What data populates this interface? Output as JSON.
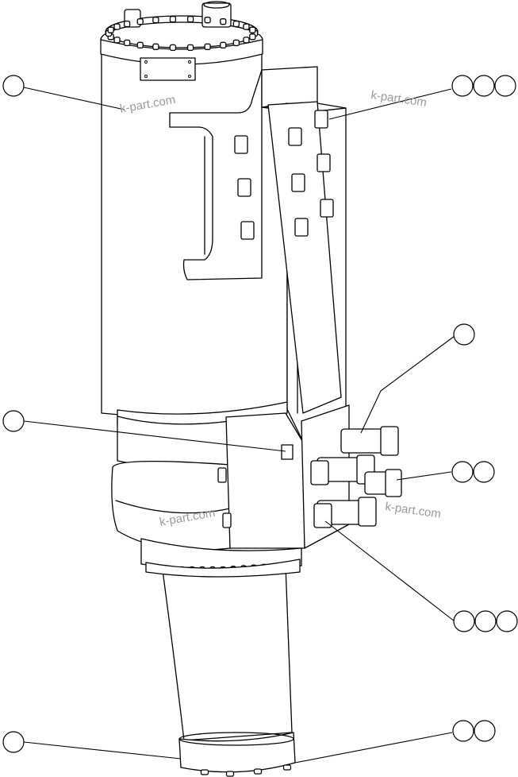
{
  "watermark": "k-part.com",
  "callouts": [
    {
      "id": "A",
      "bubbles": 1
    },
    {
      "id": "B",
      "bubbles": 3
    },
    {
      "id": "C",
      "bubbles": 1
    },
    {
      "id": "D",
      "bubbles": 1
    },
    {
      "id": "E",
      "bubbles": 2
    },
    {
      "id": "F",
      "bubbles": 3
    },
    {
      "id": "G",
      "bubbles": 1
    },
    {
      "id": "H",
      "bubbles": 2
    }
  ]
}
